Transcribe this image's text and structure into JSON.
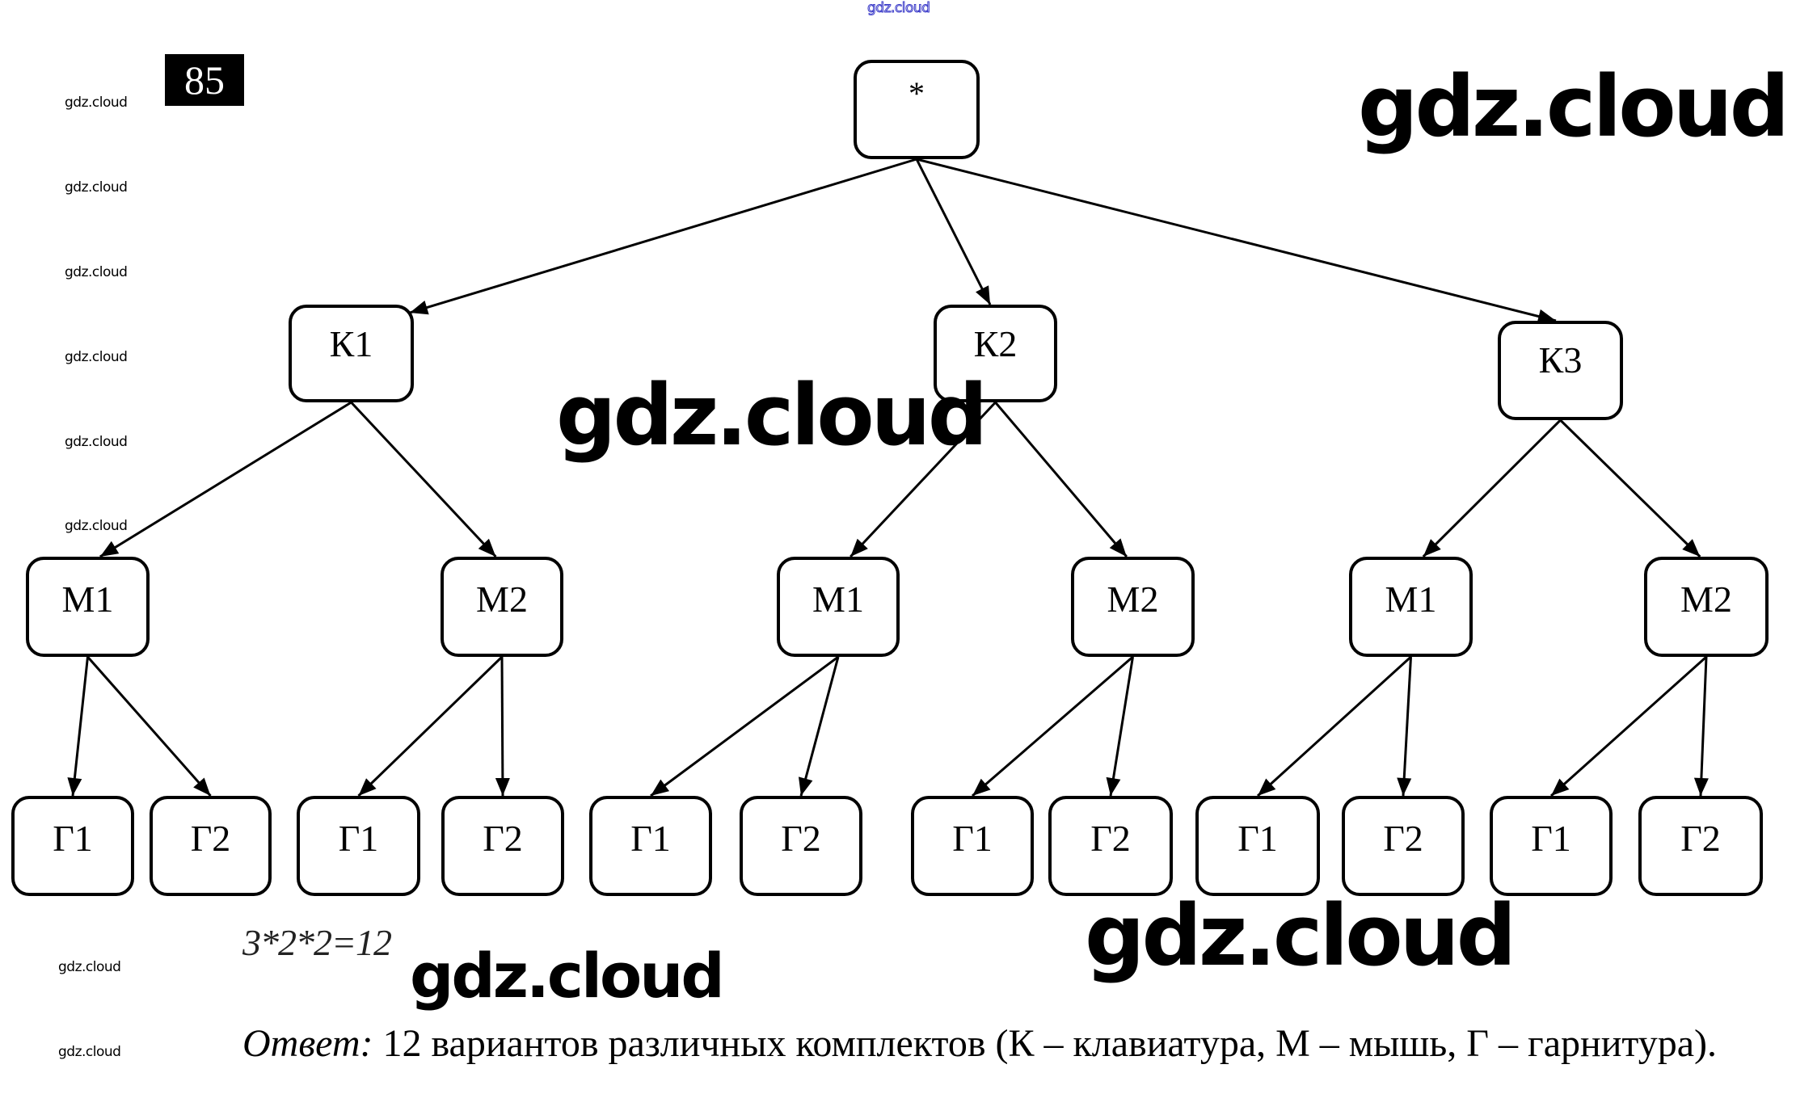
{
  "page": {
    "task_number": "85",
    "source_watermark_top": "gdz.cloud",
    "watermark_text": "gdz.cloud"
  },
  "tree": {
    "root": {
      "label": "*"
    },
    "keyboards": [
      {
        "label": "К1",
        "mice": [
          {
            "label": "М1",
            "headsets": [
              {
                "label": "Г1"
              },
              {
                "label": "Г2"
              }
            ]
          },
          {
            "label": "М2",
            "headsets": [
              {
                "label": "Г1"
              },
              {
                "label": "Г2"
              }
            ]
          }
        ]
      },
      {
        "label": "К2",
        "mice": [
          {
            "label": "М1",
            "headsets": [
              {
                "label": "Г1"
              },
              {
                "label": "Г2"
              }
            ]
          },
          {
            "label": "М2",
            "headsets": [
              {
                "label": "Г1"
              },
              {
                "label": "Г2"
              }
            ]
          }
        ]
      },
      {
        "label": "К3",
        "mice": [
          {
            "label": "М1",
            "headsets": [
              {
                "label": "Г1"
              },
              {
                "label": "Г2"
              }
            ]
          },
          {
            "label": "М2",
            "headsets": [
              {
                "label": "Г1"
              },
              {
                "label": "Г2"
              }
            ]
          }
        ]
      }
    ]
  },
  "solution": {
    "formula": "3*2*2=12",
    "answer_label": "Ответ:",
    "answer_text": " 12 вариантов различных комплектов (К – клавиатура, М – мышь, Г – гарнитура)."
  },
  "colors": {
    "line": "#000000",
    "watermark_top": "#3a3ac8",
    "task_badge_bg": "#000000",
    "task_badge_fg": "#ffffff"
  }
}
